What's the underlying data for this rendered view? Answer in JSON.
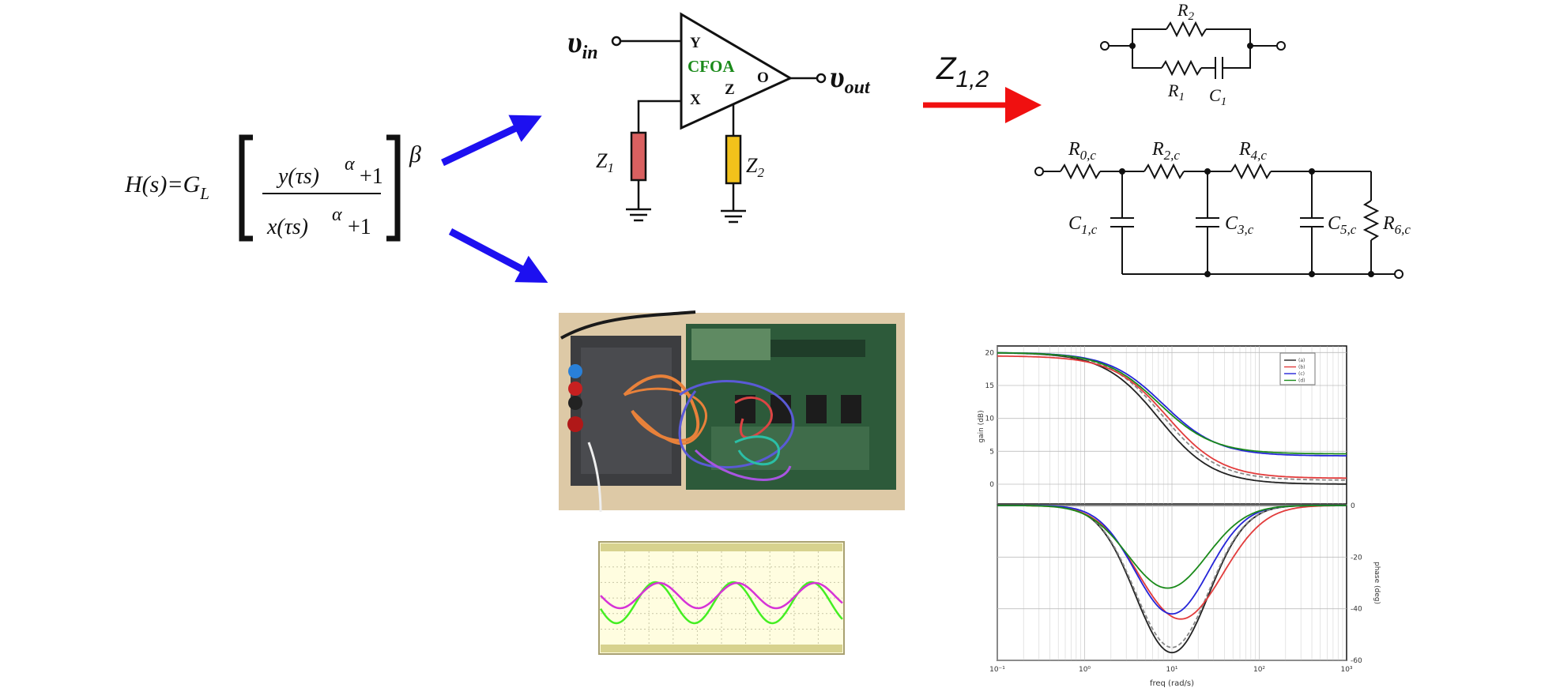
{
  "formula": {
    "lhs": "H(s)=G",
    "lhs_sub": "L",
    "num_main": "y(τs)",
    "num_exp": "α",
    "num_tail": "+1",
    "den_main": "x(τs)",
    "den_exp": "α",
    "den_tail": "+1",
    "outer_exp": "β"
  },
  "cfoa": {
    "vin_main": "υ",
    "vin_sub": "in",
    "vout_main": "υ",
    "vout_sub": "out",
    "label": "CFOA",
    "pin_y": "Y",
    "pin_x": "X",
    "pin_z": "Z",
    "pin_o": "O",
    "z1_main": "Z",
    "z1_sub": "1",
    "z2_main": "Z",
    "z2_sub": "2"
  },
  "impedance_label": {
    "main": "Z",
    "sub": "1,2"
  },
  "parallel_circuit": {
    "r2_main": "R",
    "r2_sub": "2",
    "r1_main": "R",
    "r1_sub": "1",
    "c1_main": "C",
    "c1_sub": "1"
  },
  "ladder": {
    "r0_main": "R",
    "r0_sub": "0,c",
    "r2_main": "R",
    "r2_sub": "2,c",
    "r4_main": "R",
    "r4_sub": "4,c",
    "c1_main": "C",
    "c1_sub": "1,c",
    "c3_main": "C",
    "c3_sub": "3,c",
    "c5_main": "C",
    "c5_sub": "5,c",
    "r6_main": "R",
    "r6_sub": "6,c"
  },
  "colors": {
    "arrow_blue": "#1d10f0",
    "arrow_red": "#f01010",
    "cfoa_green": "#1a8a1a",
    "z1_fill": "#d96060",
    "z2_fill": "#f2c21b",
    "osc_green": "#44ee22",
    "osc_magenta": "#d633d6"
  },
  "chart_data": {
    "type": "line",
    "mag": {
      "ylabel": "gain (dB)",
      "ylim": [
        -3,
        21
      ],
      "yticks": [
        0,
        5,
        10,
        15,
        20
      ],
      "legend": [
        "(a)",
        "(b)",
        "(c)",
        "(d)"
      ]
    },
    "phase": {
      "ylabel": "phase (deg)",
      "ylim": [
        -60,
        0
      ],
      "yticks": [
        0,
        -20,
        -40,
        -60
      ]
    },
    "xlabel": "freq (rad/s)",
    "xlim_log10": [
      -1,
      3
    ],
    "xticks": [
      "10⁻¹",
      "10⁰",
      "10¹",
      "10²",
      "10³"
    ]
  }
}
